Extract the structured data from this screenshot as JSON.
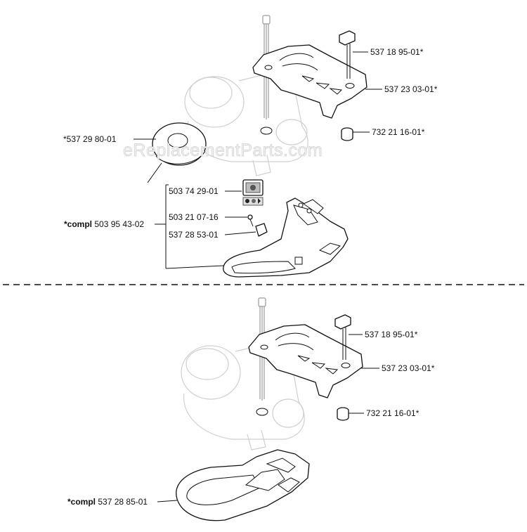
{
  "watermark": "eReplacementParts.com",
  "top_section": {
    "callouts": {
      "knob": "537 18 95-01*",
      "cover": "537 23 03-01*",
      "nut": "732 21 16-01*",
      "washer": "*537 29 80-01",
      "decal": "503 74 29-01",
      "screw": "503 21 07-16",
      "clip": "537 28 53-01",
      "kit_prefix": "*compl",
      "kit_number": "503 95 43-02"
    }
  },
  "bottom_section": {
    "callouts": {
      "knob": "537 18 95-01*",
      "cover": "537 23 03-01*",
      "nut": "732 21 16-01*",
      "kit_prefix": "*compl",
      "kit_number": "537 28 85-01"
    }
  }
}
